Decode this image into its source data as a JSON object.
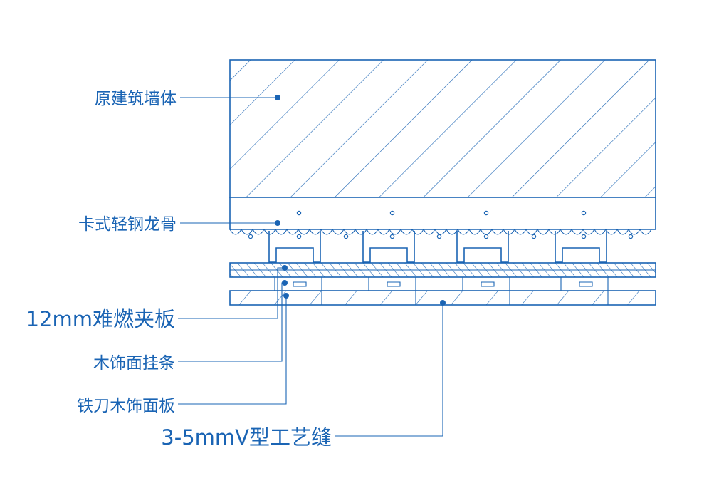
{
  "colors": {
    "line": "#1a64b4",
    "background": "#ffffff"
  },
  "labels": {
    "wall": "原建筑墙体",
    "keel": "卡式轻钢龙骨",
    "board": "12mm难燃夹板",
    "strip": "木饰面挂条",
    "panel": "铁刀木饰面板",
    "groove": "3-5mmV型工艺缝"
  }
}
